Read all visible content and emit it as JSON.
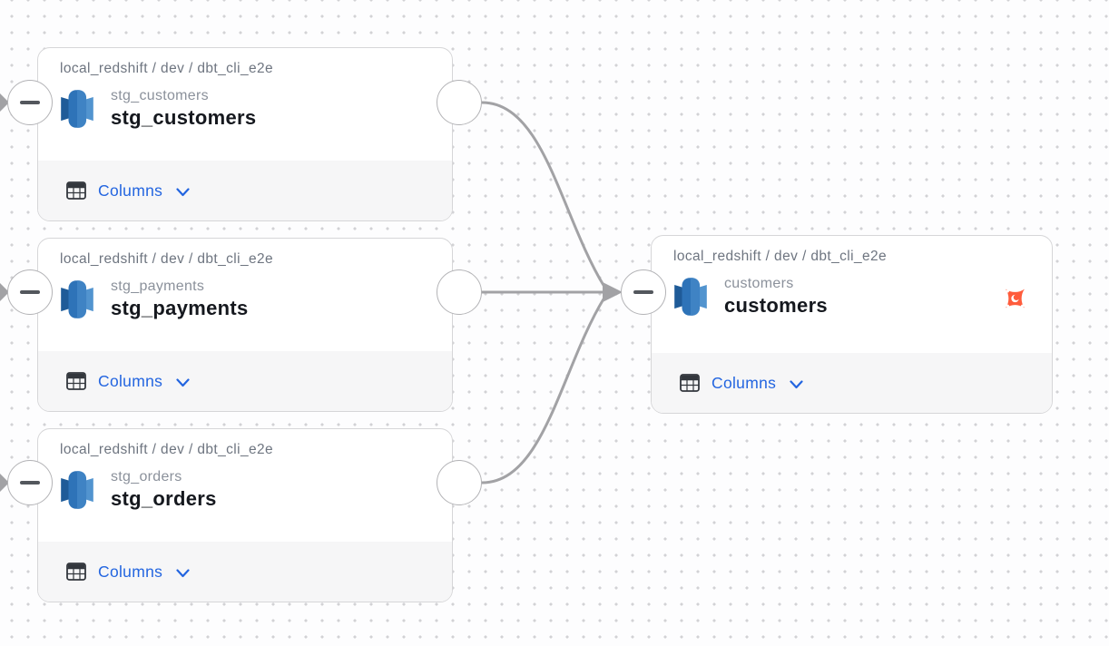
{
  "canvas": {
    "description": "Data lineage graph canvas with dot grid",
    "dot_color": "#d2d2d5",
    "background": "#fdfdfe",
    "edge_color": "#a2a2a5"
  },
  "colors": {
    "accent_blue": "#2365e0",
    "redshift_blue_dark": "#1f5b98",
    "redshift_blue_mid": "#2e73b8",
    "redshift_blue_light": "#5294cf",
    "dbt_orange": "#ff5c3c",
    "title_text": "#15181e",
    "muted_text": "#6e7580"
  },
  "nodes": [
    {
      "id": "stg_customers",
      "breadcrumb": "local_redshift / dev / dbt_cli_e2e",
      "subtitle": "stg_customers",
      "title": "stg_customers",
      "columns_label": "Columns"
    },
    {
      "id": "stg_payments",
      "breadcrumb": "local_redshift / dev / dbt_cli_e2e",
      "subtitle": "stg_payments",
      "title": "stg_payments",
      "columns_label": "Columns"
    },
    {
      "id": "stg_orders",
      "breadcrumb": "local_redshift / dev / dbt_cli_e2e",
      "subtitle": "stg_orders",
      "title": "stg_orders",
      "columns_label": "Columns"
    },
    {
      "id": "customers",
      "breadcrumb": "local_redshift / dev / dbt_cli_e2e",
      "subtitle": "customers",
      "title": "customers",
      "columns_label": "Columns",
      "badge": "dbt"
    }
  ],
  "edges": [
    {
      "from": "stg_customers",
      "to": "customers"
    },
    {
      "from": "stg_payments",
      "to": "customers"
    },
    {
      "from": "stg_orders",
      "to": "customers"
    }
  ]
}
